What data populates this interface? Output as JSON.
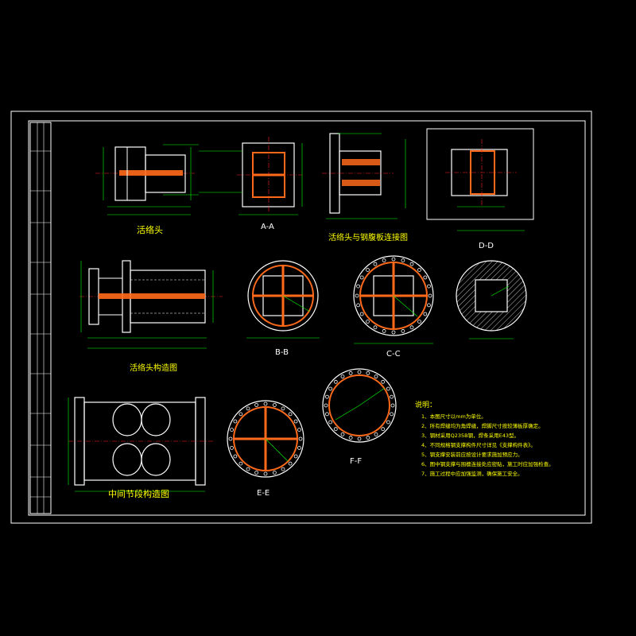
{
  "drawing": {
    "colors": {
      "background": "#000000",
      "frame": "#ffffff",
      "steel": "#ffffff",
      "stiffener": "#ff6a1a",
      "dimension": "#00ff00",
      "label": "#ffff00",
      "centerline": "#ff2020",
      "hatch": "#c0c0c0"
    },
    "views": {
      "piston_head": "活络头",
      "piston_steel_connection": "活络头与钢腹板连接图",
      "piston_detail": "活络头构造图",
      "middle_section": "中间节段构造图",
      "section_aa": "A-A",
      "section_bb": "B-B",
      "section_cc": "C-C",
      "section_dd": "D-D",
      "section_ee": "E-E",
      "section_ff": "F-F"
    },
    "notes": {
      "title": "说明：",
      "items": [
        "1、本图尺寸以mm为单位。",
        "2、所有焊缝均为角焊缝，焊脚尺寸按较薄板厚确定。",
        "3、钢材采用Q235B钢，焊条采用E43型。",
        "4、不同规格钢支撑构件尺寸详见《支撑构件表》。",
        "5、钢支撑安装前应按设计要求施加预应力。",
        "6、图中钢支撑与围檩连接处应密贴，施工时应加强检查。",
        "7、施工过程中应加强监测，确保施工安全。"
      ]
    }
  }
}
